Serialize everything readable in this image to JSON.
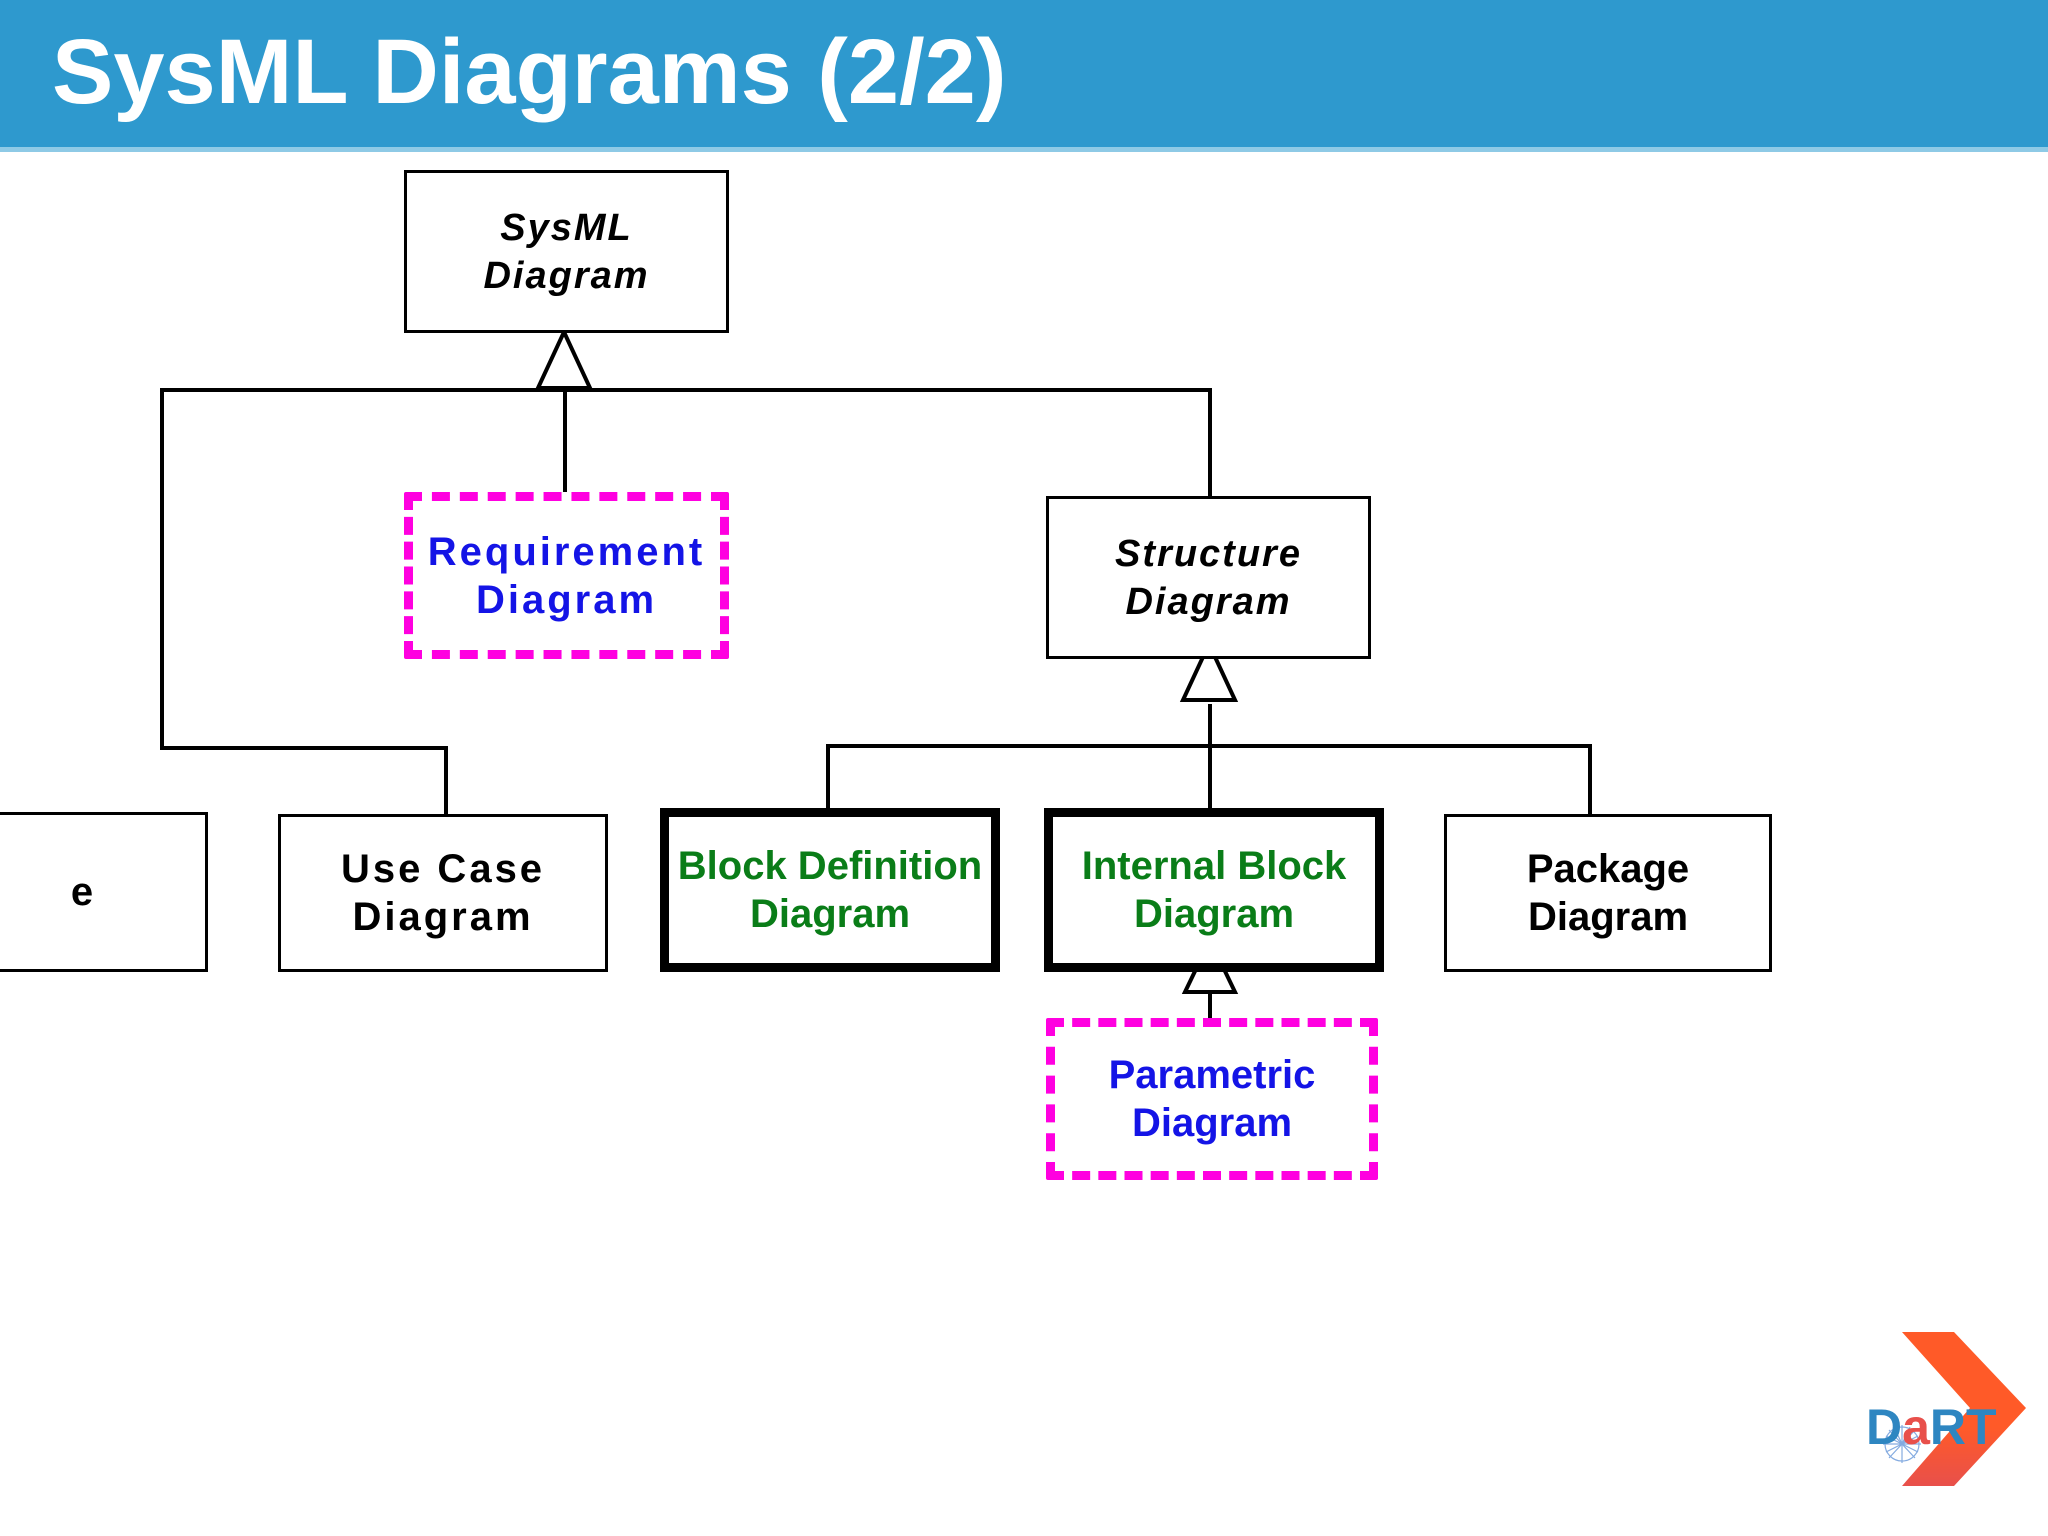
{
  "header": {
    "title": "SysML Diagrams (2/2)",
    "banner_color": "#2E99CE",
    "title_color": "#ffffff"
  },
  "diagram": {
    "type": "class-hierarchy",
    "root": "SysML Diagram",
    "colors": {
      "plain_border": "#000000",
      "thick_border": "#000000",
      "dashed_border": "#FF00E0",
      "green_text": "#0A7D18",
      "blue_text": "#1414E6",
      "black_text": "#000000"
    },
    "nodes": [
      {
        "id": "sysml-diagram",
        "label": "SysML\nDiagram",
        "style": "plain",
        "text_style": "italic-black"
      },
      {
        "id": "requirement-diagram",
        "label": "Requirement\nDiagram",
        "style": "dashed-magenta",
        "text_style": "blue"
      },
      {
        "id": "structure-diagram",
        "label": "Structure\nDiagram",
        "style": "plain",
        "text_style": "italic-black"
      },
      {
        "id": "clipped-diagram",
        "label": "e",
        "style": "plain",
        "text_style": "black"
      },
      {
        "id": "use-case-diagram",
        "label": "Use  Case\nDiagram",
        "style": "plain",
        "text_style": "black"
      },
      {
        "id": "block-definition-diagram",
        "label": "Block    Definition\nDiagram",
        "style": "thick",
        "text_style": "green"
      },
      {
        "id": "internal-block-diagram",
        "label": "Internal   Block\nDiagram",
        "style": "thick",
        "text_style": "green"
      },
      {
        "id": "package-diagram",
        "label": "Package   Diagram",
        "style": "plain",
        "text_style": "black"
      },
      {
        "id": "parametric-diagram",
        "label": "Parametric\nDiagram",
        "style": "dashed-magenta",
        "text_style": "blue"
      }
    ],
    "edges": [
      {
        "from": "requirement-diagram",
        "to": "sysml-diagram",
        "kind": "generalization"
      },
      {
        "from": "structure-diagram",
        "to": "sysml-diagram",
        "kind": "generalization"
      },
      {
        "from": "use-case-diagram",
        "to": "sysml-diagram",
        "kind": "generalization"
      },
      {
        "from": "block-definition-diagram",
        "to": "structure-diagram",
        "kind": "generalization"
      },
      {
        "from": "internal-block-diagram",
        "to": "structure-diagram",
        "kind": "generalization"
      },
      {
        "from": "package-diagram",
        "to": "structure-diagram",
        "kind": "generalization"
      },
      {
        "from": "parametric-diagram",
        "to": "internal-block-diagram",
        "kind": "generalization"
      }
    ]
  },
  "logo": {
    "text": "DaRT",
    "text_part_1": "D",
    "text_part_2": "a",
    "text_part_3": "RT",
    "chevron_color": "#FF5A28",
    "blue_color": "#2E86C1",
    "accent_color": "#E8504B"
  }
}
